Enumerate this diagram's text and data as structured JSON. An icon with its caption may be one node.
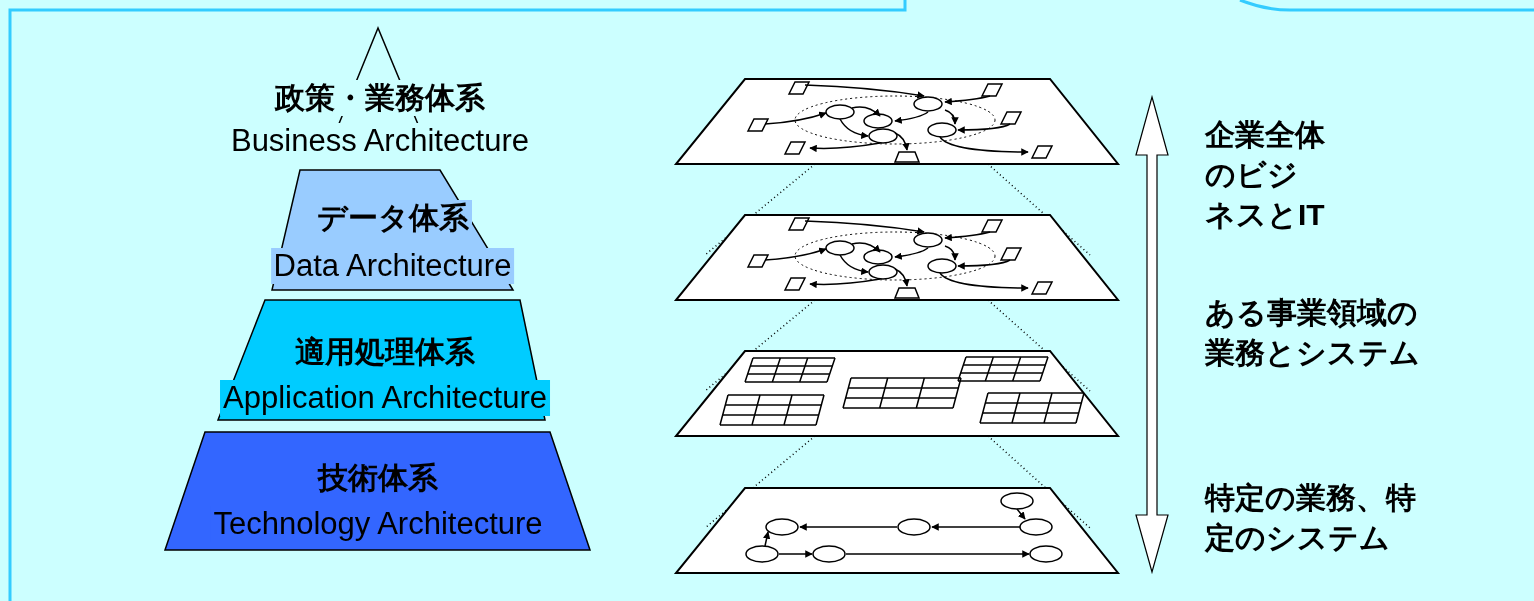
{
  "diagram": {
    "nodes": [
      {
        "text": [
          "政策・業務体系",
          "Business Architecture"
        ]
      },
      {
        "text": [
          "データ体系",
          "Data Architecture"
        ]
      },
      {
        "text": [
          "適用処理体系",
          "Application Architecture"
        ]
      },
      {
        "text": [
          "技術体系",
          "Technology Architecture"
        ]
      }
    ],
    "labels": [
      "企業全体のビジネスとIT",
      "ある事業領域の業務とシステム",
      "特定の業務、特定のシステム"
    ]
  }
}
